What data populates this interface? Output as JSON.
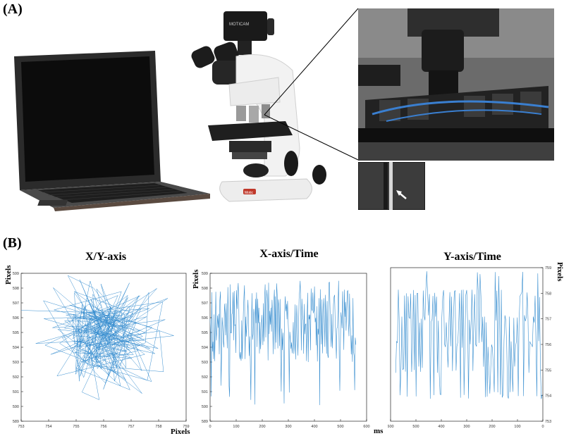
{
  "panel_a_label": "(A)",
  "panel_b_label": "(B)",
  "microscope_camera_brand": "MOTICAM",
  "microscope_brand": "Motic",
  "chart_data": [
    {
      "type": "line",
      "title": "X/Y-axis",
      "xlabel": "Pixels",
      "ylabel": "Pixels",
      "xlim": [
        753,
        759
      ],
      "ylim": [
        589,
        599
      ],
      "x_ticks": [
        "753",
        "754",
        "755",
        "756",
        "757",
        "758",
        "759"
      ],
      "y_ticks": [
        "589",
        "590",
        "591",
        "592",
        "593",
        "594",
        "595",
        "596",
        "597",
        "598",
        "599"
      ],
      "color": "#3a8fd0",
      "description_values": "dense trajectory clustered around x≈756, y≈595"
    },
    {
      "type": "line",
      "title": "X-axis/Time",
      "xlabel": "ms",
      "ylabel": "Pixels",
      "xlim": [
        0,
        600
      ],
      "ylim": [
        589,
        599
      ],
      "x_ticks": [
        "0",
        "100",
        "200",
        "300",
        "400",
        "500",
        "600"
      ],
      "y_ticks": [
        "589",
        "590",
        "591",
        "592",
        "593",
        "594",
        "595",
        "596",
        "597",
        "598",
        "599"
      ],
      "color": "#3a8fd0"
    },
    {
      "type": "line",
      "title": "Y-axis/Time",
      "xlabel": "",
      "ylabel": "Pixels",
      "xlim": [
        600,
        0
      ],
      "ylim": [
        753,
        759
      ],
      "x_ticks": [
        "600",
        "500",
        "400",
        "300",
        "200",
        "100",
        "0"
      ],
      "y_ticks": [
        "753",
        "754",
        "755",
        "756",
        "757",
        "758",
        "759"
      ],
      "color": "#3a8fd0"
    }
  ]
}
